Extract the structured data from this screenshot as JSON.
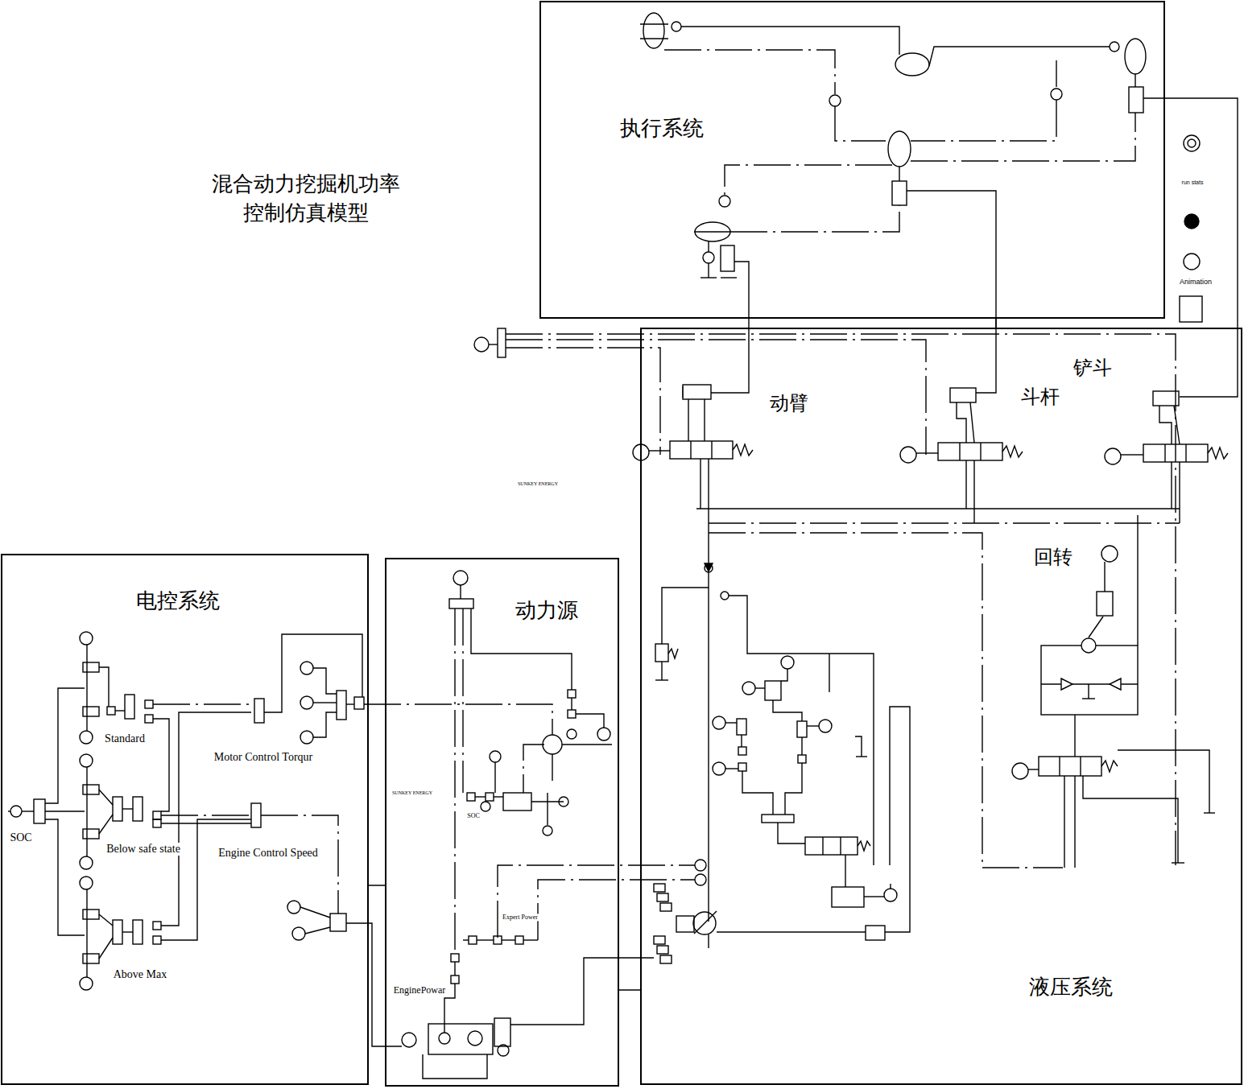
{
  "diagram": {
    "title": "混合动力挖掘机功率 控制仿真模型",
    "nodes": [
      {
        "text": [
          "执行系统"
        ]
      },
      {
        "text": [
          "液压系统"
        ]
      },
      {
        "text": [
          "电控系统"
        ]
      },
      {
        "text": [
          "动力源"
        ]
      }
    ],
    "edges": [
      {
        "from": 2,
        "to": 3,
        "arrow": "none"
      },
      {
        "from": 3,
        "to": 1,
        "arrow": "none"
      },
      {
        "from": 1,
        "to": 0,
        "arrow": "none"
      }
    ],
    "labels": [
      "铲斗",
      "动臂",
      "斗杆",
      "回转",
      "Standard",
      "SOC",
      "Below safe state",
      "Above Max",
      "Motor Control Torqur",
      "Engine Control Speed",
      "EnginePowar",
      "Expert Power",
      "SOC",
      "SUNKEY ENERGY",
      "SUNKEY ENERGY",
      "run stats",
      "Animation"
    ]
  }
}
